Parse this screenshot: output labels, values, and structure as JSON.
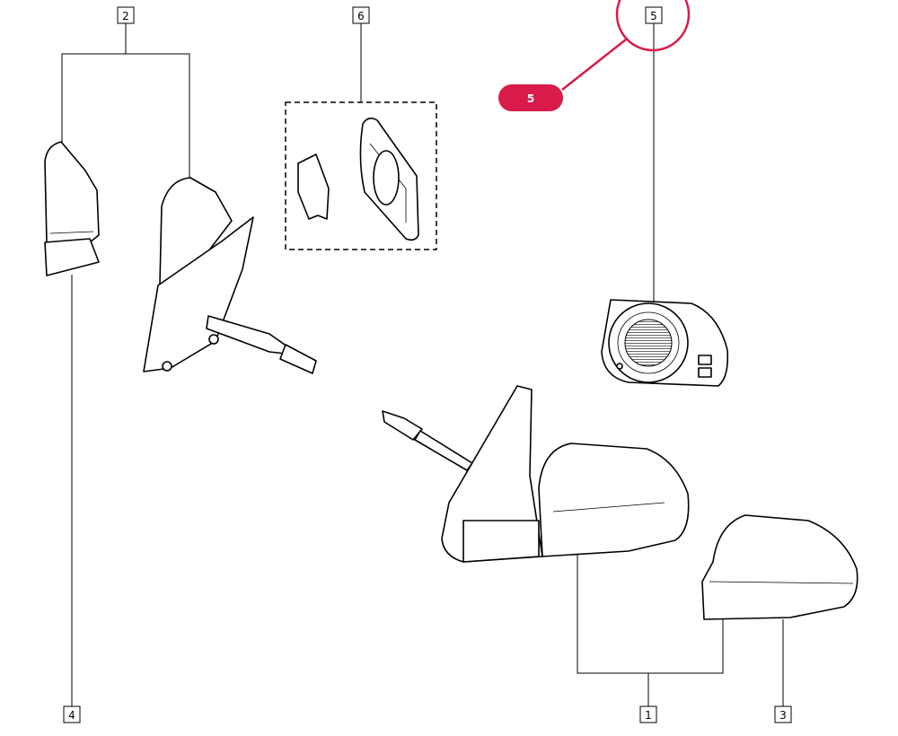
{
  "callouts": {
    "c1": "1",
    "c2": "2",
    "c3": "3",
    "c4": "4",
    "c5": "5",
    "c6": "6"
  },
  "highlight": {
    "label": "5",
    "color": "#d81b4a"
  }
}
